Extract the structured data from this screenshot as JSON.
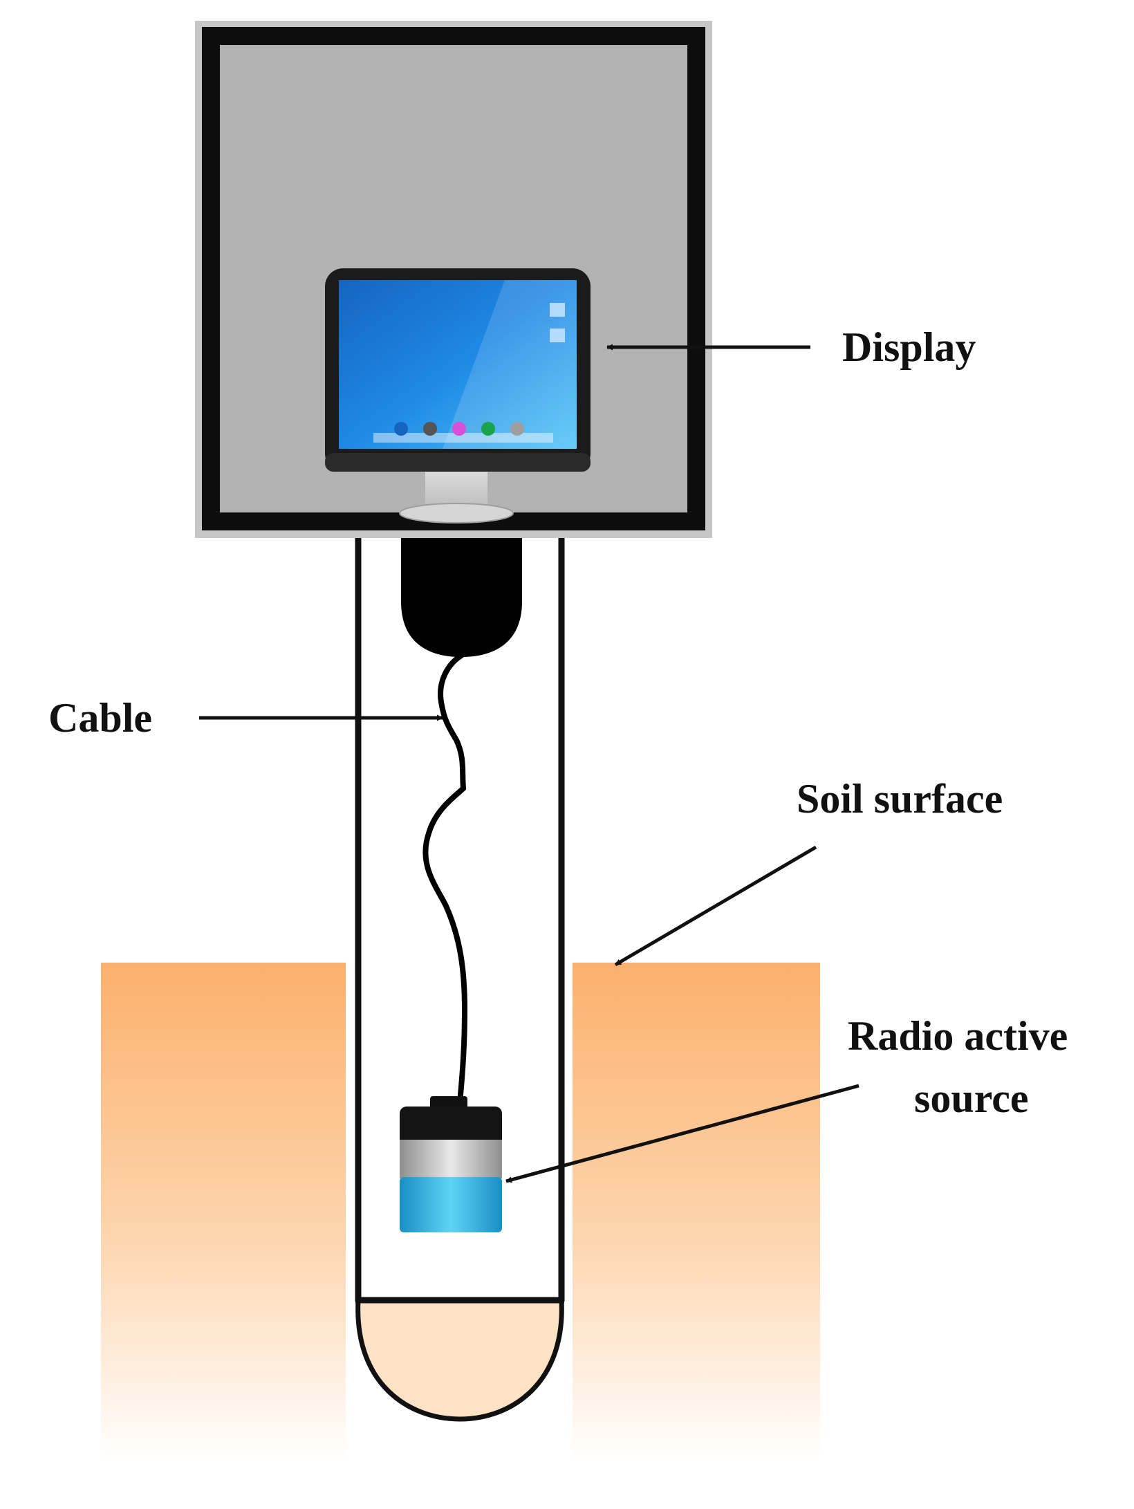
{
  "labels": {
    "display": "Display",
    "cable": "Cable",
    "soil_surface": "Soil surface",
    "source_line1": "Radio active",
    "source_line2": "source"
  },
  "colors": {
    "housing_outer": "#c6c6c6",
    "housing_inner": "#b3b3b3",
    "frame": "#0d0d0d",
    "screen": "#1e88e5",
    "soil_top": "#fbb06d",
    "soil_bottom": "#ffffff",
    "source_blue": "#27b3e6",
    "source_gray": "#bdbdbd"
  },
  "icons": {
    "monitor": "desktop-monitor-icon",
    "probe": "radioactive-source-probe-icon"
  }
}
